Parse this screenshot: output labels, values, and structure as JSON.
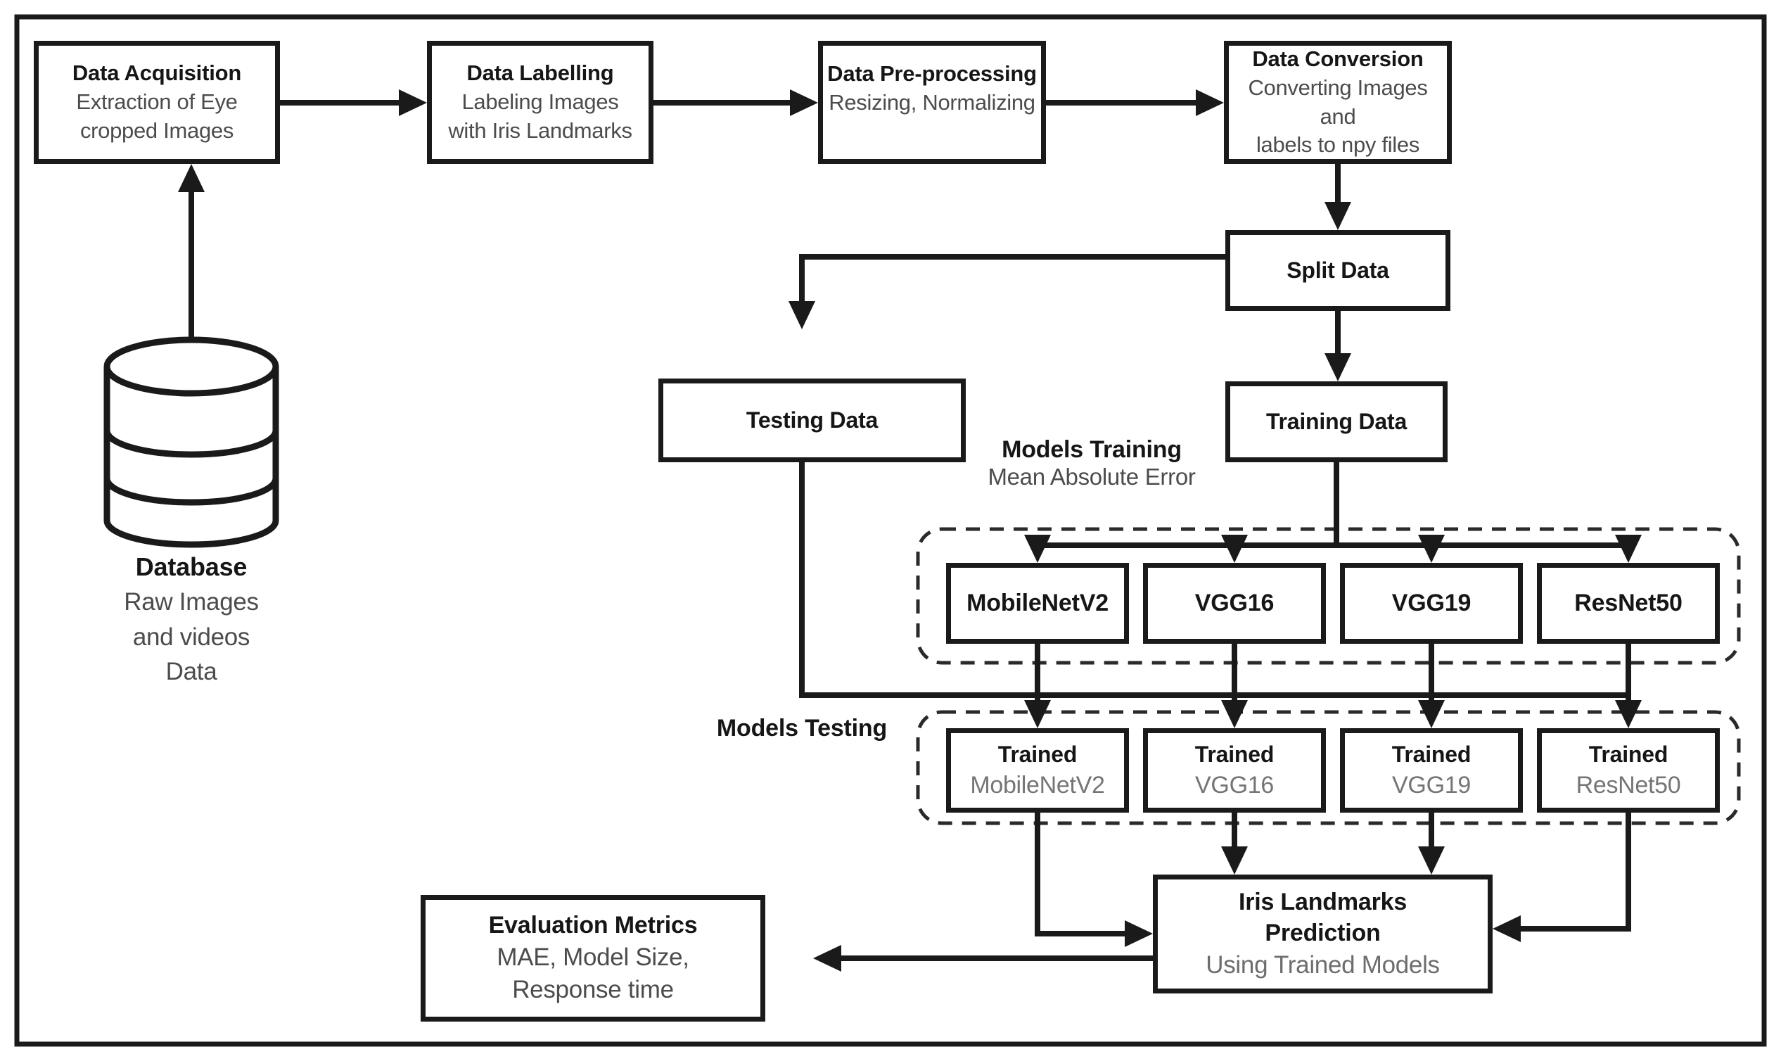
{
  "diagram": {
    "colors": {
      "ink": "#1a1a1a",
      "title_text": "#161616",
      "muted_text": "#4c4c4c",
      "soft_text": "#757575",
      "background": "#ffffff"
    },
    "nodes": {
      "data_acquisition": {
        "title": "Data Acquisition",
        "subtitle": "Extraction of Eye\ncropped Images"
      },
      "data_labelling": {
        "title": "Data Labelling",
        "subtitle": "Labeling Images\nwith Iris Landmarks"
      },
      "data_preprocessing": {
        "title": "Data Pre-processing",
        "subtitle": "Resizing, Normalizing"
      },
      "data_conversion": {
        "title": "Data Conversion",
        "subtitle": "Converting Images and\nlabels to npy files"
      },
      "database": {
        "title": "Database",
        "subtitle": "Raw Images\nand videos\nData"
      },
      "split_data": {
        "title": "Split Data"
      },
      "testing_data": {
        "title": "Testing Data"
      },
      "training_data": {
        "title": "Training Data"
      },
      "models_training_label": {
        "title": "Models Training",
        "subtitle": "Mean Absolute Error"
      },
      "models_testing_label": {
        "title": "Models Testing"
      },
      "model_mobilenetv2": {
        "title": "MobileNetV2"
      },
      "model_vgg16": {
        "title": "VGG16"
      },
      "model_vgg19": {
        "title": "VGG19"
      },
      "model_resnet50": {
        "title": "ResNet50"
      },
      "trained_mobilenetv2": {
        "title": "Trained",
        "subtitle": "MobileNetV2"
      },
      "trained_vgg16": {
        "title": "Trained",
        "subtitle": "VGG16"
      },
      "trained_vgg19": {
        "title": "Trained",
        "subtitle": "VGG19"
      },
      "trained_resnet50": {
        "title": "Trained",
        "subtitle": "ResNet50"
      },
      "iris_prediction": {
        "title": "Iris Landmarks\nPrediction",
        "subtitle": "Using Trained Models"
      },
      "evaluation_metrics": {
        "title": "Evaluation Metrics",
        "subtitle": "MAE, Model Size,\nResponse time"
      }
    },
    "edges": [
      {
        "from": "database",
        "to": "data_acquisition"
      },
      {
        "from": "data_acquisition",
        "to": "data_labelling"
      },
      {
        "from": "data_labelling",
        "to": "data_preprocessing"
      },
      {
        "from": "data_preprocessing",
        "to": "data_conversion"
      },
      {
        "from": "data_conversion",
        "to": "split_data"
      },
      {
        "from": "split_data",
        "to": "testing_data"
      },
      {
        "from": "split_data",
        "to": "training_data"
      },
      {
        "from": "training_data",
        "to": "model_mobilenetv2"
      },
      {
        "from": "training_data",
        "to": "model_vgg16"
      },
      {
        "from": "training_data",
        "to": "model_vgg19"
      },
      {
        "from": "training_data",
        "to": "model_resnet50"
      },
      {
        "from": "model_mobilenetv2",
        "to": "trained_mobilenetv2"
      },
      {
        "from": "model_vgg16",
        "to": "trained_vgg16"
      },
      {
        "from": "model_vgg19",
        "to": "trained_vgg19"
      },
      {
        "from": "model_resnet50",
        "to": "trained_resnet50"
      },
      {
        "from": "testing_data",
        "to": "trained_mobilenetv2"
      },
      {
        "from": "testing_data",
        "to": "trained_vgg16"
      },
      {
        "from": "testing_data",
        "to": "trained_vgg19"
      },
      {
        "from": "testing_data",
        "to": "trained_resnet50"
      },
      {
        "from": "trained_mobilenetv2",
        "to": "iris_prediction"
      },
      {
        "from": "trained_vgg16",
        "to": "iris_prediction"
      },
      {
        "from": "trained_vgg19",
        "to": "iris_prediction"
      },
      {
        "from": "trained_resnet50",
        "to": "iris_prediction"
      },
      {
        "from": "iris_prediction",
        "to": "evaluation_metrics"
      }
    ]
  }
}
